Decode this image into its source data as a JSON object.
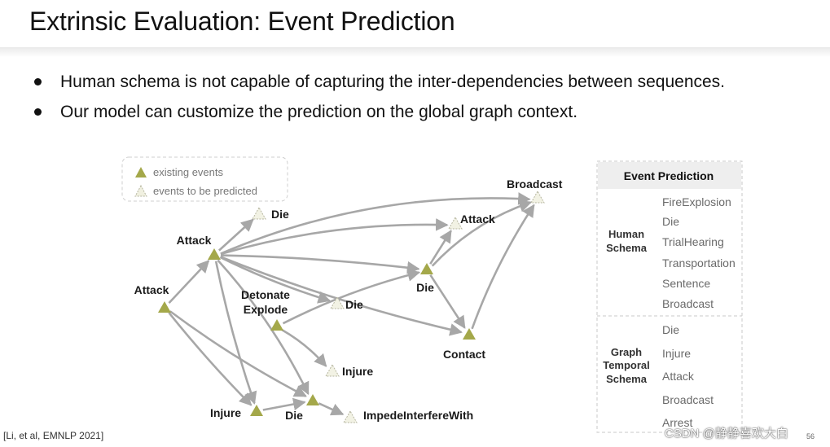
{
  "slide": {
    "title": "Extrinsic Evaluation: Event Prediction",
    "bullets": [
      "Human schema is not capable of capturing the inter-dependencies between sequences.",
      "Our model can customize the prediction on the global graph context."
    ],
    "citation": "[Li, et al, EMNLP 2021]",
    "watermark": "CSDN @静静喜欢大白",
    "page_number": "56"
  },
  "legend": {
    "existing": "existing events",
    "predicted": "events to be predicted"
  },
  "colors": {
    "existing_node": "#a4a84a",
    "arrow": "#a7a7a7",
    "dashed_border": "#c8c8c8"
  },
  "graph": {
    "nodes": [
      {
        "id": "attack1",
        "label": "Attack",
        "kind": "existing"
      },
      {
        "id": "attack2",
        "label": "Attack",
        "kind": "existing"
      },
      {
        "id": "detonate",
        "label": "Detonate\nExplode",
        "kind": "existing"
      },
      {
        "id": "die_mid",
        "label": "Die",
        "kind": "existing"
      },
      {
        "id": "contact",
        "label": "Contact",
        "kind": "existing"
      },
      {
        "id": "injure_bot",
        "label": "Injure",
        "kind": "existing"
      },
      {
        "id": "die_bot",
        "label": "Die",
        "kind": "existing"
      },
      {
        "id": "die_top",
        "label": "Die",
        "kind": "predicted"
      },
      {
        "id": "attack_top",
        "label": "Attack",
        "kind": "predicted"
      },
      {
        "id": "broadcast",
        "label": "Broadcast",
        "kind": "predicted"
      },
      {
        "id": "die_center",
        "label": "Die",
        "kind": "predicted"
      },
      {
        "id": "injure_mid",
        "label": "Injure",
        "kind": "predicted"
      },
      {
        "id": "impede",
        "label": "ImpedeInterfereWith",
        "kind": "predicted"
      }
    ],
    "edges": [
      [
        "attack1",
        "attack2"
      ],
      [
        "attack1",
        "injure_bot"
      ],
      [
        "attack1",
        "die_bot"
      ],
      [
        "attack2",
        "die_top"
      ],
      [
        "attack2",
        "broadcast"
      ],
      [
        "attack2",
        "attack_top"
      ],
      [
        "attack2",
        "die_mid"
      ],
      [
        "attack2",
        "die_center"
      ],
      [
        "attack2",
        "contact"
      ],
      [
        "attack2",
        "injure_bot"
      ],
      [
        "attack2",
        "die_bot"
      ],
      [
        "detonate",
        "die_mid"
      ],
      [
        "detonate",
        "injure_mid"
      ],
      [
        "die_mid",
        "attack_top"
      ],
      [
        "die_mid",
        "broadcast"
      ],
      [
        "die_mid",
        "contact"
      ],
      [
        "contact",
        "broadcast"
      ],
      [
        "injure_bot",
        "die_bot"
      ],
      [
        "die_bot",
        "impede"
      ]
    ]
  },
  "prediction_table": {
    "header": "Event Prediction",
    "groups": [
      {
        "label": [
          "Human",
          "Schema"
        ],
        "items": [
          "FireExplosion",
          "Die",
          "TrialHearing",
          "Transportation",
          "Sentence",
          "Broadcast"
        ]
      },
      {
        "label": [
          "Graph",
          "Temporal",
          "Schema"
        ],
        "items": [
          "Die",
          "Injure",
          "Attack",
          "Broadcast",
          "Arrest"
        ]
      }
    ]
  }
}
